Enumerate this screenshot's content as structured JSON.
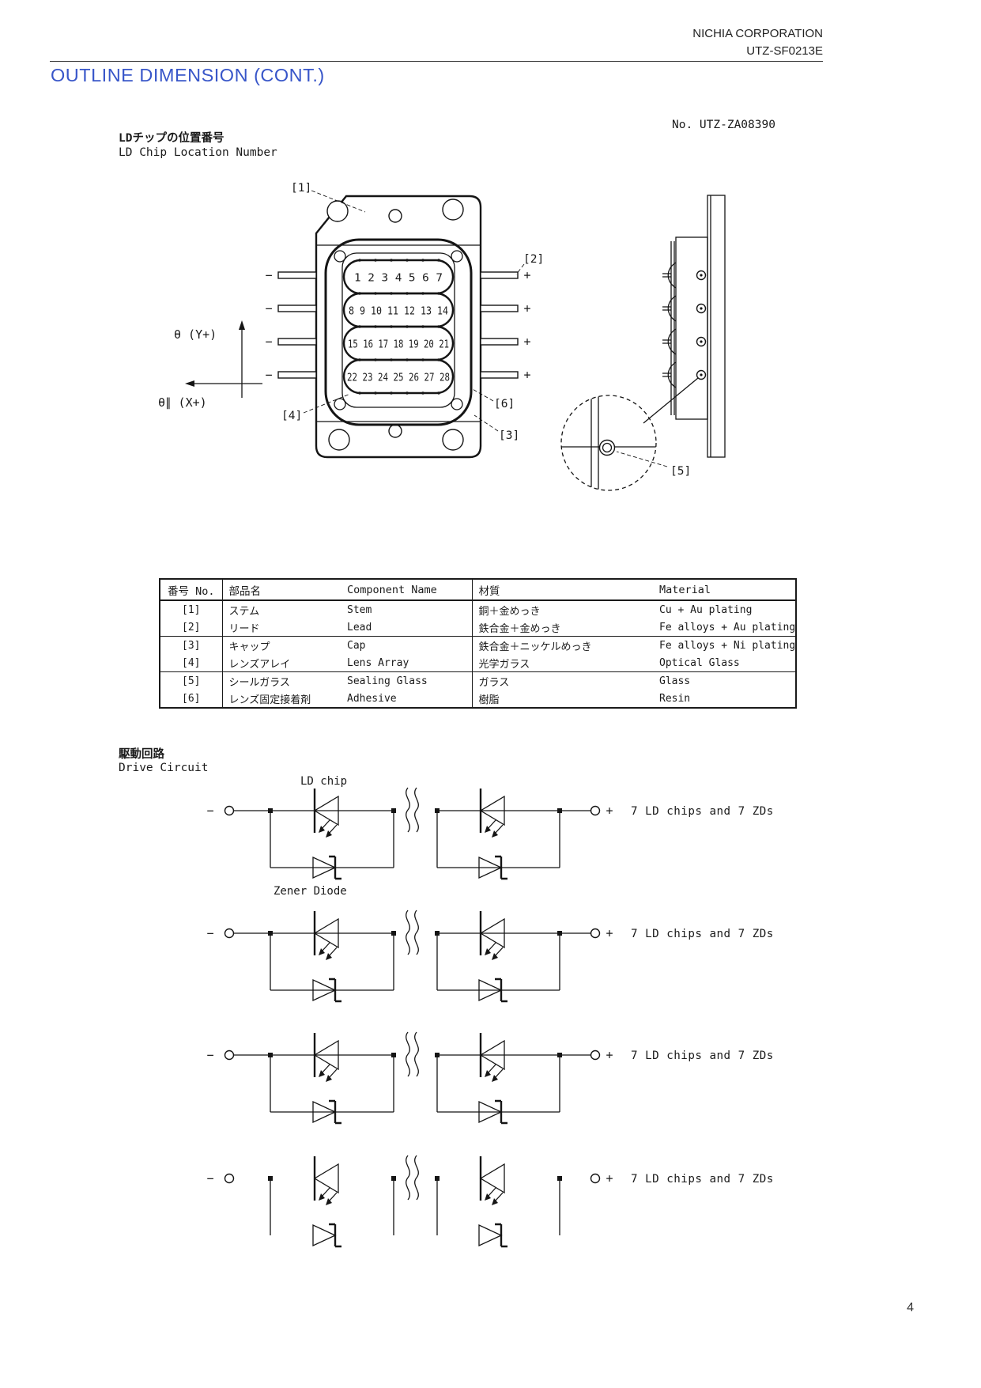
{
  "header": {
    "company": "NICHIA CORPORATION",
    "doc_number": "UTZ-SF0213E"
  },
  "title": "OUTLINE DIMENSION (CONT.)",
  "section1": {
    "label_jp": "LDチップの位置番号",
    "label_en": "LD Chip Location Number",
    "drawing_no": "No. UTZ-ZA08390"
  },
  "drawing": {
    "chip_rows": [
      "1 2 3 4 5 6 7",
      "8 9 10 11 12 13 14",
      "15 16 17 18 19 20 21",
      "22 23 24 25 26 27 28"
    ],
    "lead_minus": "−",
    "lead_plus": "+",
    "callouts": {
      "c1": "[1]",
      "c2": "[2]",
      "c3": "[3]",
      "c4": "[4]",
      "c5": "[5]",
      "c6": "[6]"
    },
    "axis": {
      "y_label": "θ (Y+)",
      "x_label": "θ∥ (X+)"
    }
  },
  "table": {
    "headers": {
      "no": "番号 No.",
      "name_jp": "部品名",
      "name_en": "Component Name",
      "material_jp": "材質",
      "material_en": "Material"
    },
    "rows": [
      {
        "no": "[1]",
        "name_jp": "ステム",
        "name_en": "Stem",
        "material_jp": "銅＋金めっき",
        "material_en": "Cu + Au plating"
      },
      {
        "no": "[2]",
        "name_jp": "リード",
        "name_en": "Lead",
        "material_jp": "鉄合金＋金めっき",
        "material_en": "Fe alloys + Au plating"
      },
      {
        "no": "[3]",
        "name_jp": "キャップ",
        "name_en": "Cap",
        "material_jp": "鉄合金＋ニッケルめっき",
        "material_en": "Fe alloys + Ni plating"
      },
      {
        "no": "[4]",
        "name_jp": "レンズアレイ",
        "name_en": "Lens Array",
        "material_jp": "光学ガラス",
        "material_en": "Optical Glass"
      },
      {
        "no": "[5]",
        "name_jp": "シールガラス",
        "name_en": "Sealing Glass",
        "material_jp": "ガラス",
        "material_en": "Glass"
      },
      {
        "no": "[6]",
        "name_jp": "レンズ固定接着剤",
        "name_en": "Adhesive",
        "material_jp": "樹脂",
        "material_en": "Resin"
      }
    ]
  },
  "circuit": {
    "label_jp": "駆動回路",
    "label_en": "Drive Circuit",
    "ld_chip_label": "LD chip",
    "zener_label": "Zener Diode",
    "minus": "−",
    "plus": "+",
    "rows": [
      {
        "note": "7 LD chips and 7 ZDs",
        "wires": true
      },
      {
        "note": "7 LD chips and 7 ZDs",
        "wires": true
      },
      {
        "note": "7 LD chips and 7 ZDs",
        "wires": true
      },
      {
        "note": "7 LD chips and 7 ZDs",
        "wires": false
      }
    ]
  },
  "page_number": "4",
  "colors": {
    "title_blue": "#3856c9",
    "line": "#1a1a1a"
  }
}
